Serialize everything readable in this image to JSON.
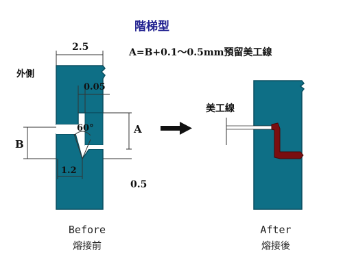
{
  "title": "階梯型",
  "formula": "A=B+0.1～0.5mm預留美工線",
  "before": {
    "side_label": "外側",
    "dim_width": "2.5",
    "dim_gap": "0.05",
    "dim_angle": "60°",
    "dim_a": "A",
    "dim_b": "B",
    "dim_tip": "1.2",
    "dim_bottom": "0.5",
    "caption_en": "Before",
    "caption_zh": "熔接前"
  },
  "after": {
    "line_label": "美工線",
    "caption_en": "After",
    "caption_zh": "熔接後"
  },
  "colors": {
    "plate": "#0e6f86",
    "plate_edge": "#0a4f60",
    "weld": "#7a0e10",
    "title": "#1f1f8f"
  }
}
